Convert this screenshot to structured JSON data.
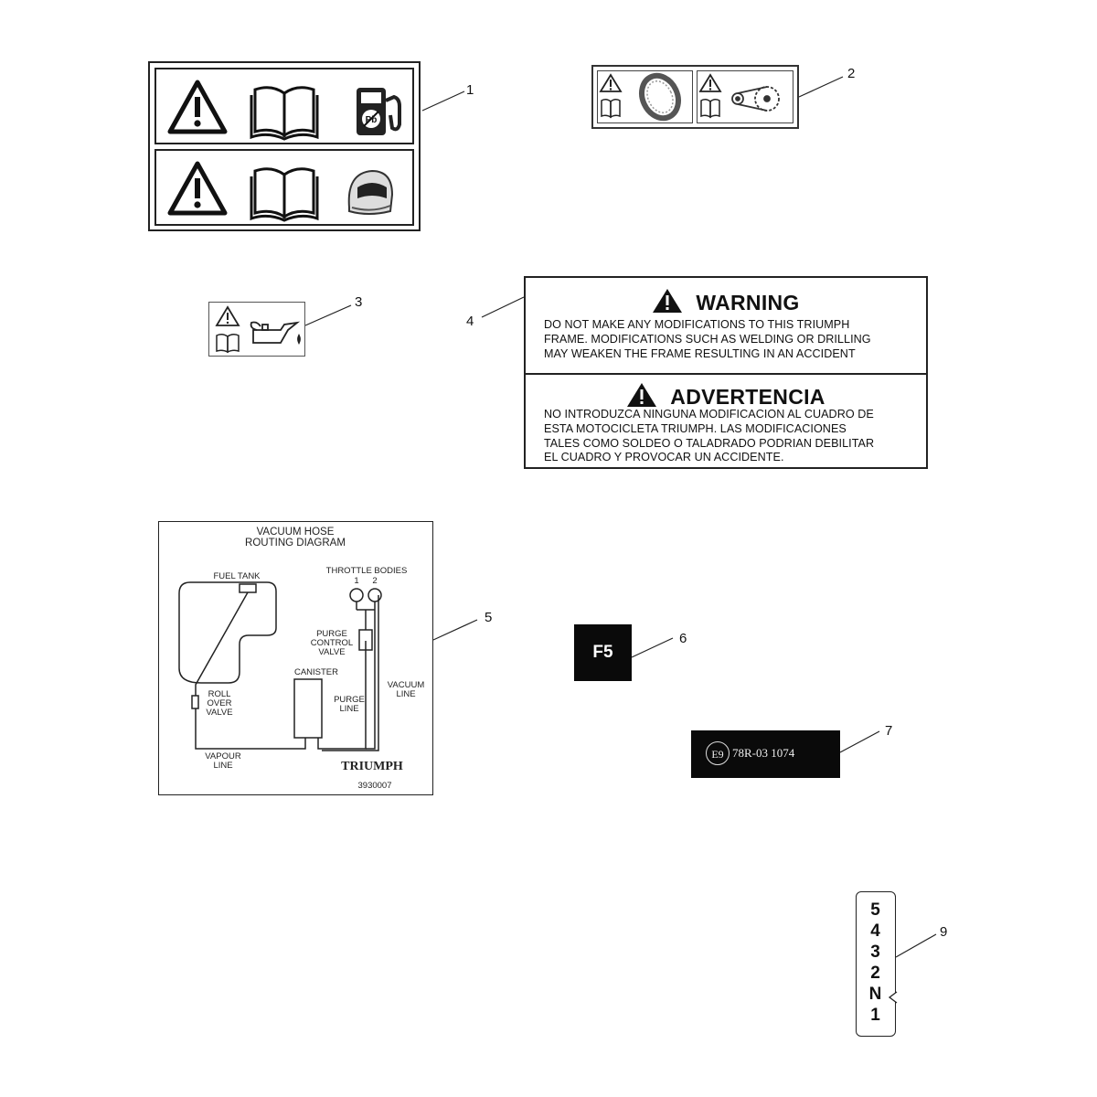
{
  "callouts": {
    "c1": "1",
    "c2": "2",
    "c3": "3",
    "c4": "4",
    "c5": "5",
    "c6": "6",
    "c7": "7",
    "c9": "9"
  },
  "label1": {
    "row1_icons": [
      "warning-triangle-icon",
      "manual-book-icon",
      "fuel-pump-icon"
    ],
    "row2_icons": [
      "warning-triangle-icon",
      "manual-book-icon",
      "helmet-icon"
    ]
  },
  "label2": {
    "cell1_icons": [
      "warning-triangle-icon",
      "manual-book-icon",
      "tyre-icon"
    ],
    "cell2_icons": [
      "warning-triangle-icon",
      "manual-book-icon",
      "chain-sprocket-icon"
    ]
  },
  "label3": {
    "icons": [
      "warning-triangle-icon",
      "manual-book-icon",
      "oil-can-icon"
    ]
  },
  "label4": {
    "warning_title": "WARNING",
    "warning_lines": [
      "DO  NOT MAKE ANY MODIFICATIONS TO THIS TRIUMPH",
      "FRAME.  MODIFICATIONS SUCH AS WELDING OR DRILLING",
      "MAY WEAKEN THE FRAME RESULTING IN AN ACCIDENT"
    ],
    "advertencia_title": "ADVERTENCIA",
    "advertencia_lines": [
      "NO INTRODUZCA NINGUNA MODIFICACION AL CUADRO DE",
      "ESTA MOTOCICLETA TRIUMPH.  LAS MODIFICACIONES",
      "TALES COMO SOLDEO O TALADRADO PODRIAN DEBILITAR",
      "EL CUADRO Y PROVOCAR UN ACCIDENTE."
    ]
  },
  "label5": {
    "title_line1": "VACUUM HOSE",
    "title_line2": "ROUTING DIAGRAM",
    "fuel_tank": "FUEL TANK",
    "throttle_bodies": "THROTTLE BODIES",
    "tb_1": "1",
    "tb_2": "2",
    "purge_control_valve": [
      "PURGE",
      "CONTROL",
      "VALVE"
    ],
    "canister": "CANISTER",
    "vacuum_line": [
      "VACUUM",
      "LINE"
    ],
    "purge_line": [
      "PURGE",
      "LINE"
    ],
    "roll_over_valve": [
      "ROLL",
      "OVER",
      "VALVE"
    ],
    "vapour_line": [
      "VAPOUR",
      "LINE"
    ],
    "brand": "TRIUMPH",
    "part_number": "3930007"
  },
  "label6": {
    "text": "F5"
  },
  "label7": {
    "mark": "E9",
    "code": "78R-03 1074"
  },
  "label9": {
    "gears": [
      "5",
      "4",
      "3",
      "2",
      "N",
      "1"
    ]
  },
  "colors": {
    "ink": "#111111",
    "label_black": "#0a0a0a",
    "paper": "#ffffff"
  }
}
